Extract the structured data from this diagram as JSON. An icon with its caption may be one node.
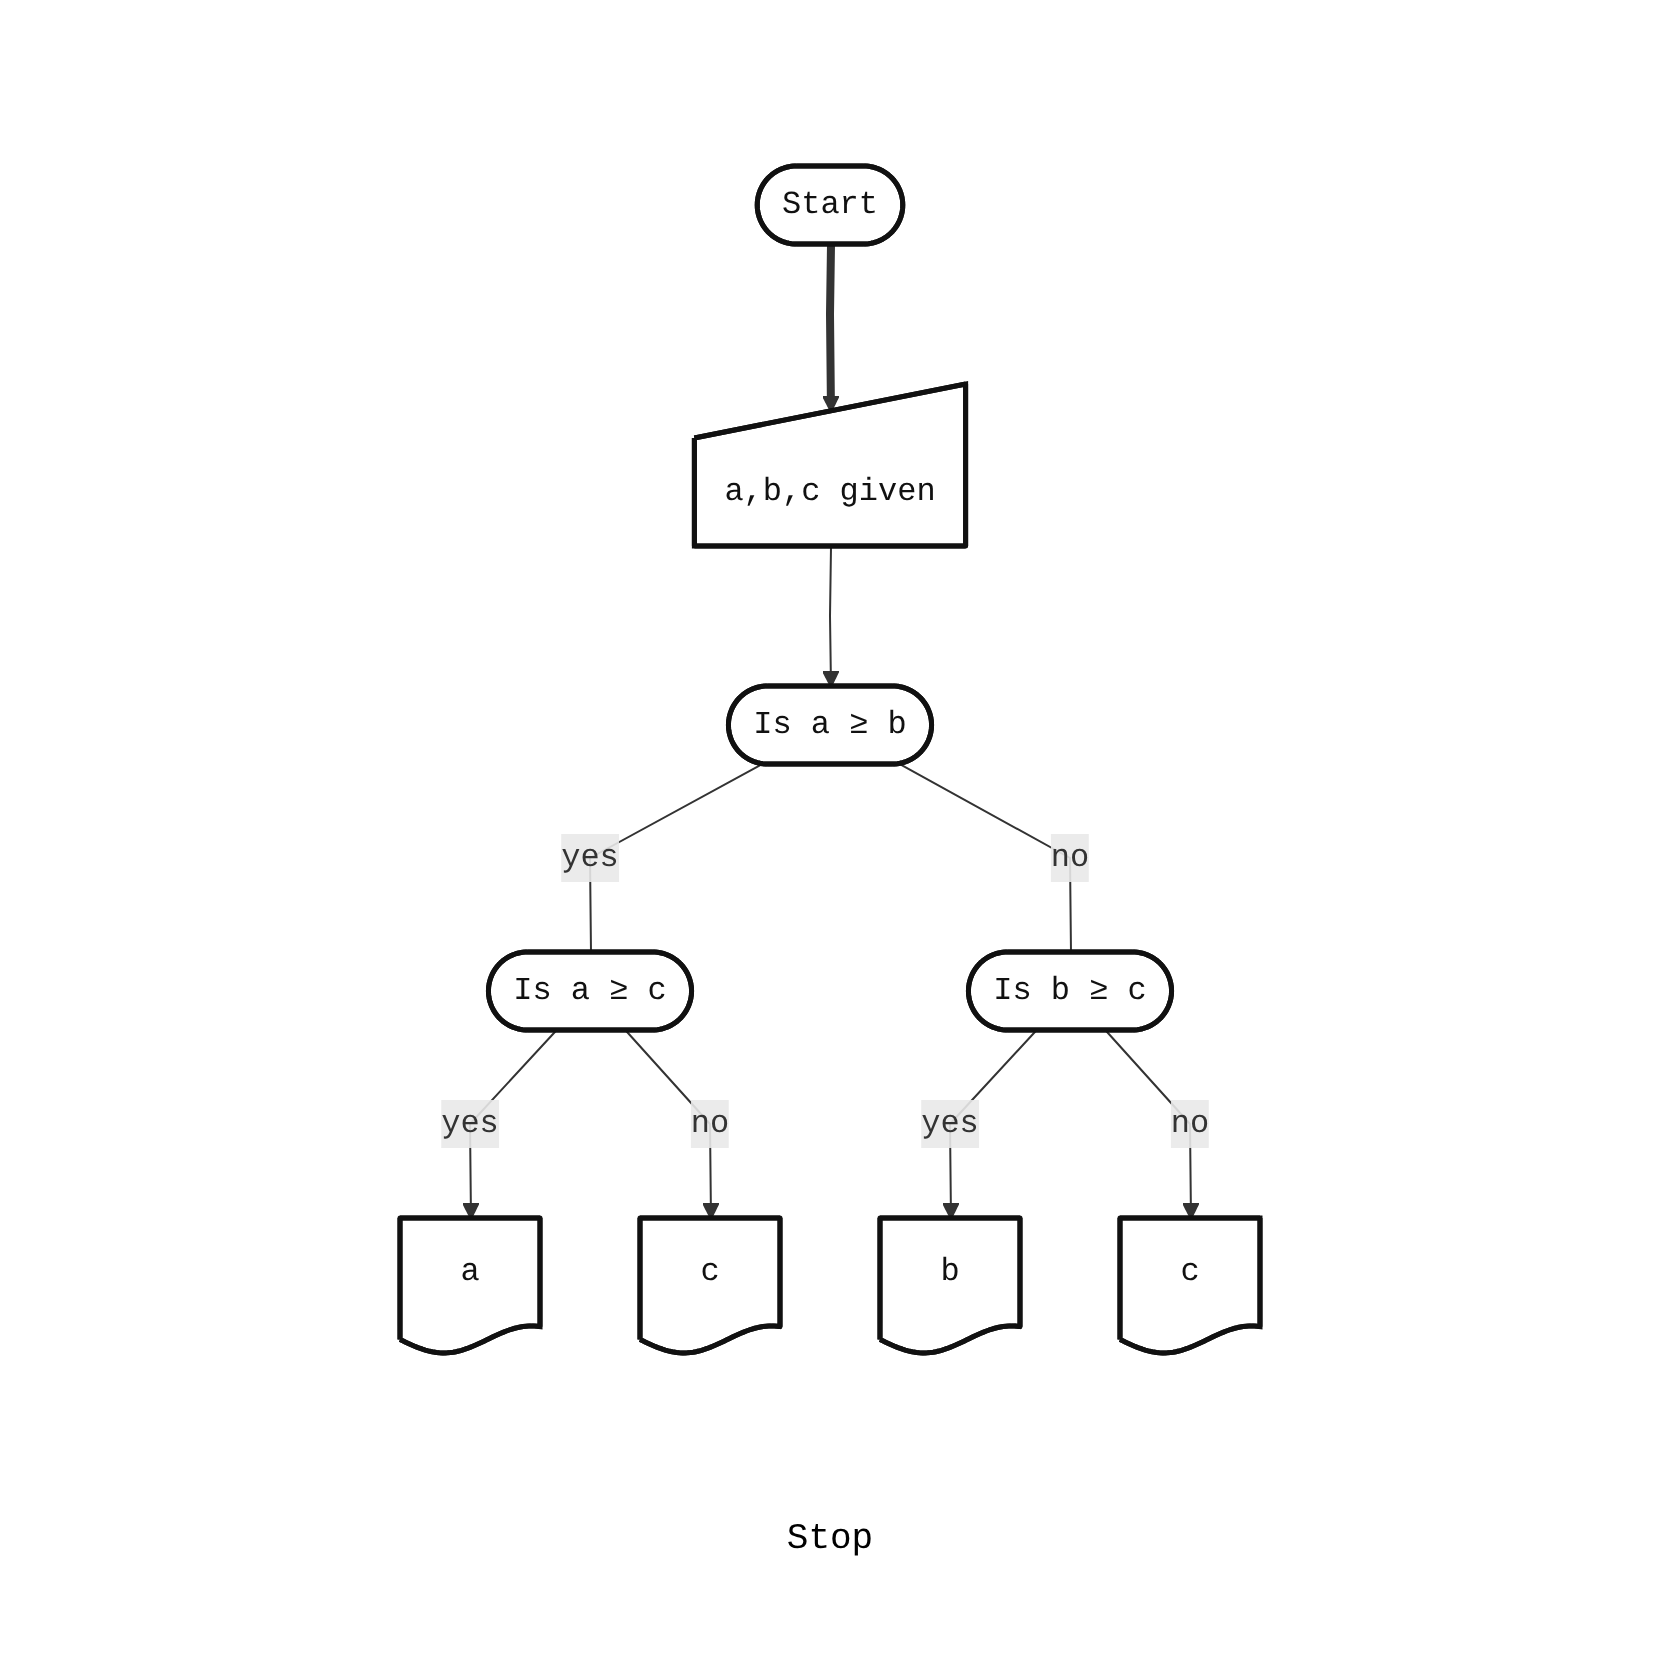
{
  "diagram": {
    "nodes": [
      {
        "text": [
          "Start"
        ]
      },
      {
        "text": [
          "a,b,c given"
        ]
      },
      {
        "text": [
          "Is a ≥ b"
        ]
      },
      {
        "text": [
          "Is a ≥ c"
        ]
      },
      {
        "text": [
          "Is b ≥ c"
        ]
      },
      {
        "text": [
          "a"
        ]
      },
      {
        "text": [
          "c"
        ]
      },
      {
        "text": [
          "b"
        ]
      },
      {
        "text": [
          "c"
        ]
      }
    ],
    "edges": [
      {
        "from": 0,
        "to": 1,
        "arrow": "to",
        "style": "thick"
      },
      {
        "from": 1,
        "to": 2,
        "arrow": "to"
      },
      {
        "from": 2,
        "to": 3,
        "arrow": "none",
        "label": "yes"
      },
      {
        "from": 2,
        "to": 4,
        "arrow": "none",
        "label": "no"
      },
      {
        "from": 3,
        "to": 5,
        "arrow": "to",
        "label": "yes"
      },
      {
        "from": 3,
        "to": 6,
        "arrow": "to",
        "label": "no"
      },
      {
        "from": 4,
        "to": 7,
        "arrow": "to",
        "label": "yes"
      },
      {
        "from": 4,
        "to": 8,
        "arrow": "to",
        "label": "no"
      }
    ],
    "labels": [
      "Stop"
    ]
  }
}
